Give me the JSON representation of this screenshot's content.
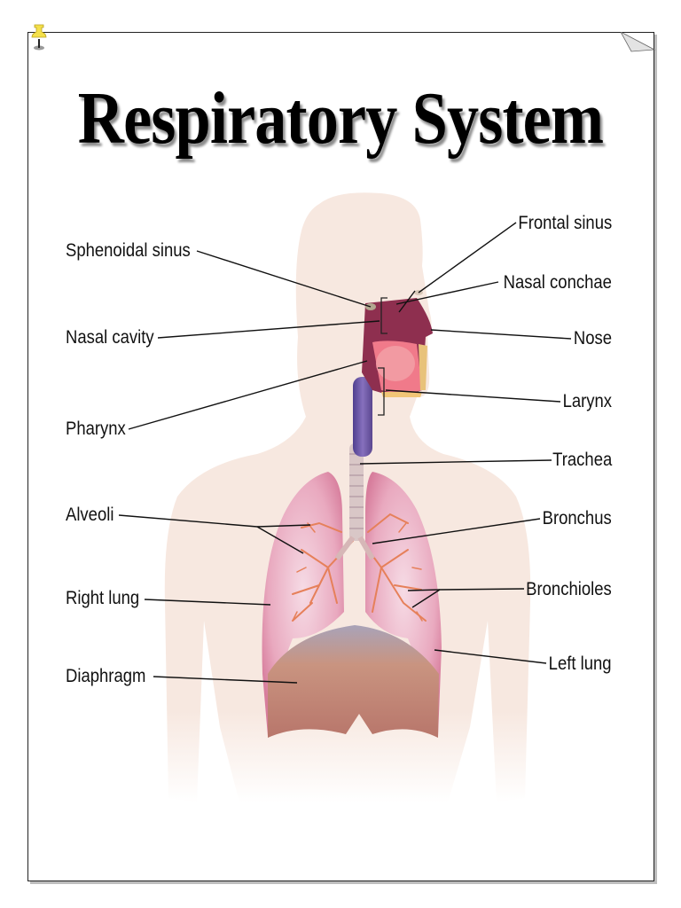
{
  "title": "Respiratory System",
  "colors": {
    "skin": "#f6e6de",
    "lung": "#e8a3b8",
    "nasal": "#8e2f4f",
    "trachea_tube": "#6b4fa0",
    "diaphragm": "#c98e7c",
    "bronchi": "#e6805a"
  },
  "labels": {
    "left": [
      {
        "id": "sphenoidal-sinus",
        "text": "Sphenoidal sinus"
      },
      {
        "id": "nasal-cavity",
        "text": "Nasal cavity"
      },
      {
        "id": "pharynx",
        "text": "Pharynx"
      },
      {
        "id": "alveoli",
        "text": "Alveoli"
      },
      {
        "id": "right-lung",
        "text": "Right lung"
      },
      {
        "id": "diaphragm",
        "text": "Diaphragm"
      }
    ],
    "right": [
      {
        "id": "frontal-sinus",
        "text": "Frontal sinus"
      },
      {
        "id": "nasal-conchae",
        "text": "Nasal conchae"
      },
      {
        "id": "nose",
        "text": "Nose"
      },
      {
        "id": "larynx",
        "text": "Larynx"
      },
      {
        "id": "trachea",
        "text": "Trachea"
      },
      {
        "id": "bronchus",
        "text": "Bronchus"
      },
      {
        "id": "bronchioles",
        "text": "Bronchioles"
      },
      {
        "id": "left-lung",
        "text": "Left lung"
      }
    ]
  }
}
